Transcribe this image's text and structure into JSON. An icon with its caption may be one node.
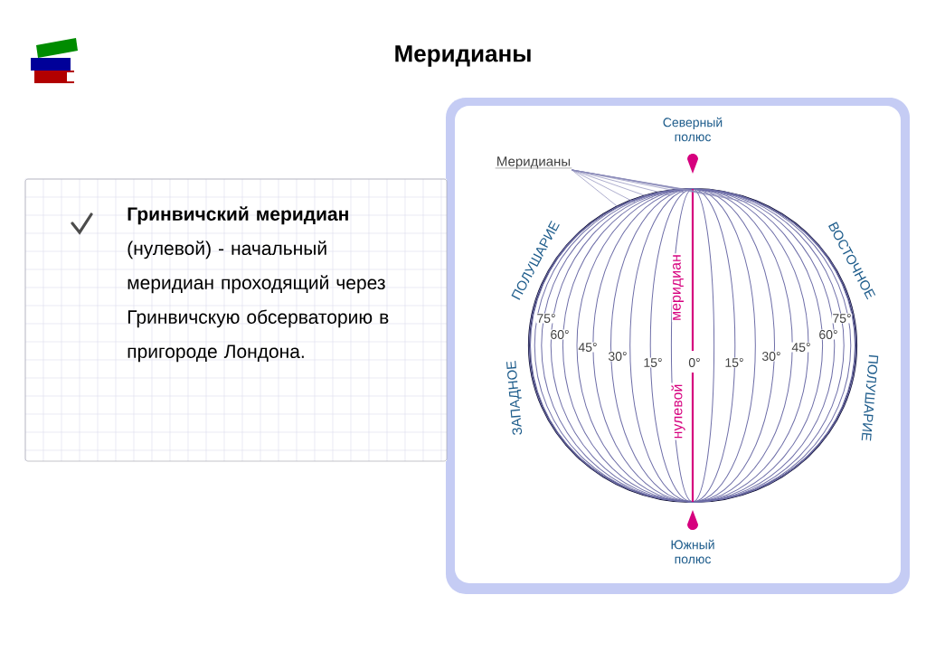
{
  "diagram": {
    "title": "Меридианы",
    "nodes": [
      {
        "text": [
          "**Гринвичский меридиан** (нулевой) - начальный меридиан проходящий через Гринвичскую обсерваторию в пригороде Лондона."
        ]
      },
      {
        "text": [
          "Меридианы"
        ]
      },
      {
        "text": [],
        "shape": "circle"
      }
    ],
    "edges": [
      {
        "from": 1,
        "to": 2,
        "arrow": "none"
      }
    ],
    "labels": [
      "Северный полюс",
      "Южный полюс",
      "ПОЛУШАРИЕ",
      "ЗАПАДНОЕ",
      "ВОСТОЧНОЕ",
      "ПОЛУШАРИЕ",
      "меридиан",
      "нулевой",
      "75°",
      "60°",
      "45°",
      "30°",
      "15°",
      "0°",
      "15°",
      "30°",
      "45°",
      "60°",
      "75°"
    ]
  }
}
